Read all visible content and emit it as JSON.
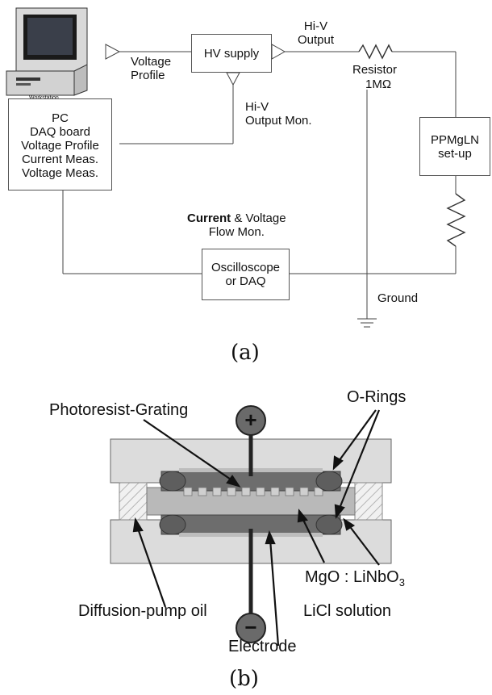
{
  "panel_a": {
    "caption": "(a)",
    "computer_label": "Workstation",
    "pc_box": [
      "PC",
      "DAQ board",
      "Voltage Profile",
      "Current Meas.",
      "Voltage Meas."
    ],
    "voltage_profile": [
      "Voltage",
      "Profile"
    ],
    "hv_supply": "HV supply",
    "hiv_output": [
      "Hi-V",
      "Output"
    ],
    "hiv_output_mon": [
      "Hi-V",
      "Output Mon."
    ],
    "resistor": "Resistor",
    "resistor_value": "1MΩ",
    "ppmgln_box": [
      "PPMgLN",
      "set-up"
    ],
    "current_flow_mon": {
      "current": "Current",
      "amp": " & Voltage",
      "line2": "Flow Mon."
    },
    "oscilloscope_box": [
      "Oscilloscope",
      "or DAQ"
    ],
    "ground": "Ground"
  },
  "panel_b": {
    "caption": "(b)",
    "plus_symbol": "+",
    "minus_symbol": "−",
    "photoresist_grating": "Photoresist-Grating",
    "o_rings": "O-Rings",
    "mgo_linbo3": {
      "prefix": "MgO : LiNbO",
      "sub": "3"
    },
    "diffusion_pump_oil": "Diffusion-pump oil",
    "licl_solution": "LiCl solution",
    "electrode": "Electrode"
  }
}
